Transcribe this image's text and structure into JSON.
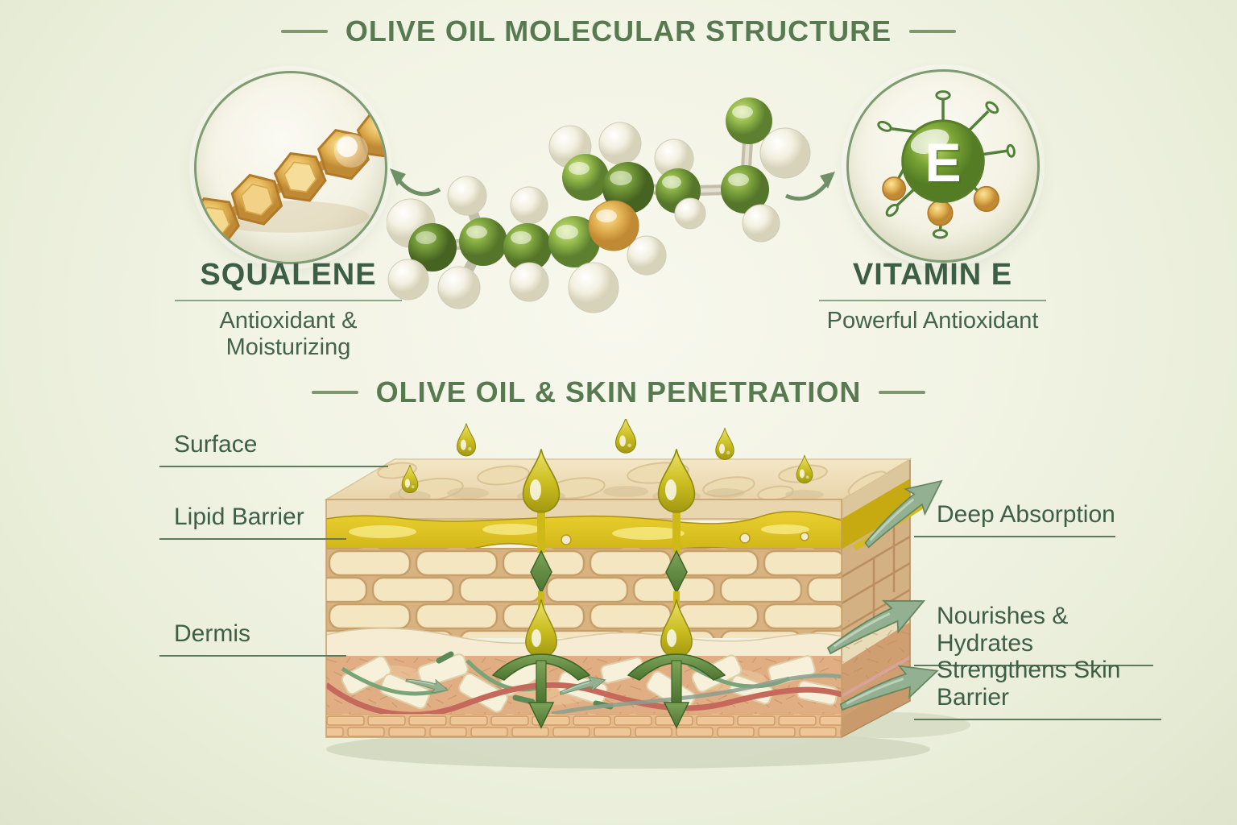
{
  "infographic": {
    "section1": {
      "title": "OLIVE OIL MOLECULAR STRUCTURE",
      "squalene": {
        "name": "SQUALENE",
        "tagline": "Antioxidant & Moisturizing"
      },
      "vitamin_e": {
        "name": "VITAMIN E",
        "tagline": "Powerful Antioxidant",
        "badge_letter": "E"
      }
    },
    "section2": {
      "title": "OLIVE OIL & SKIN PENETRATION",
      "layer_labels": [
        "Surface",
        "Lipid Barrier",
        "Dermis"
      ],
      "benefit_labels": [
        "Deep Absorption",
        "Nourishes & Hydrates",
        "Strengthens Skin Barrier"
      ]
    },
    "icons": {
      "squalene_icon": "hexagon-chain-icon",
      "vitamin_icon": "vitamin-e-molecule-icon",
      "molecule_icon": "molecule-3d-ball-stick-icon",
      "skin_icon": "skin-cross-section-illustration",
      "droplet_icon": "oil-droplet-icon",
      "arrow_icon": "absorption-arrow-icon"
    },
    "colors": {
      "background": "#eef0df",
      "title_green": "#587a50",
      "label_green": "#3e5f46",
      "divider_green": "#6d8a6b",
      "olive_green": "#7ba23c",
      "oil_yellow": "#d6bb1c",
      "gold": "#e0b050",
      "skin_tan": "#e2b189",
      "brick_cream": "#f3e4c0",
      "arrow_sage": "#93b092",
      "vessel_red": "#c4695b"
    }
  }
}
